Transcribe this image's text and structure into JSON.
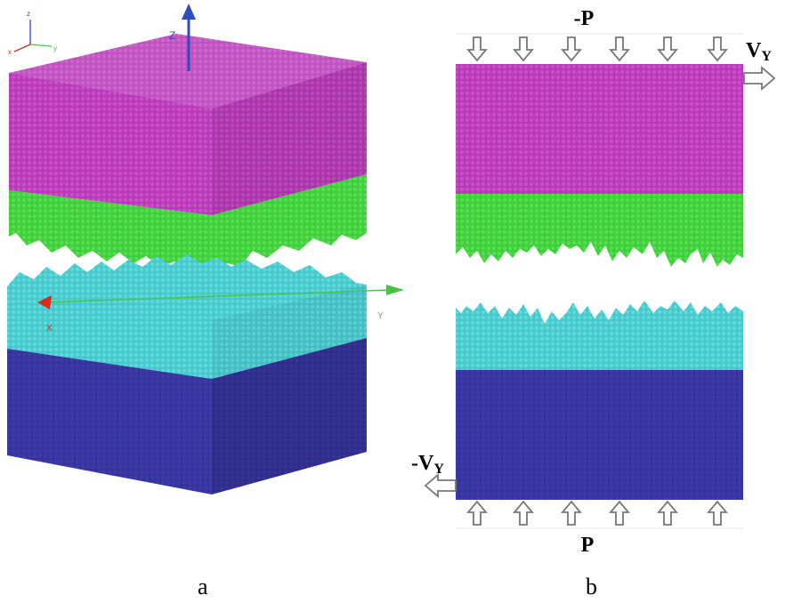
{
  "colors": {
    "top_block": "#b83ab8",
    "top_rough": "#3fcf3a",
    "bottom_rough": "#46c9cc",
    "bottom_block": "#34349a",
    "arrow_outline": "#777777",
    "axis_red": "#d92b1c",
    "axis_green": "#4cc24a",
    "axis_blue": "#2e4cc2"
  },
  "panel_a": {
    "caption": "a",
    "triad": {
      "x": "x",
      "y": "y",
      "z": "z"
    },
    "axes": {
      "x_label": "X",
      "y_label": "Y",
      "z_label": "Z"
    }
  },
  "panel_b": {
    "caption": "b",
    "top_load": "-P",
    "bottom_load": "P",
    "top_velocity": {
      "main": "V",
      "sub": "Y"
    },
    "bottom_velocity": {
      "main": "-V",
      "sub": "Y"
    }
  }
}
